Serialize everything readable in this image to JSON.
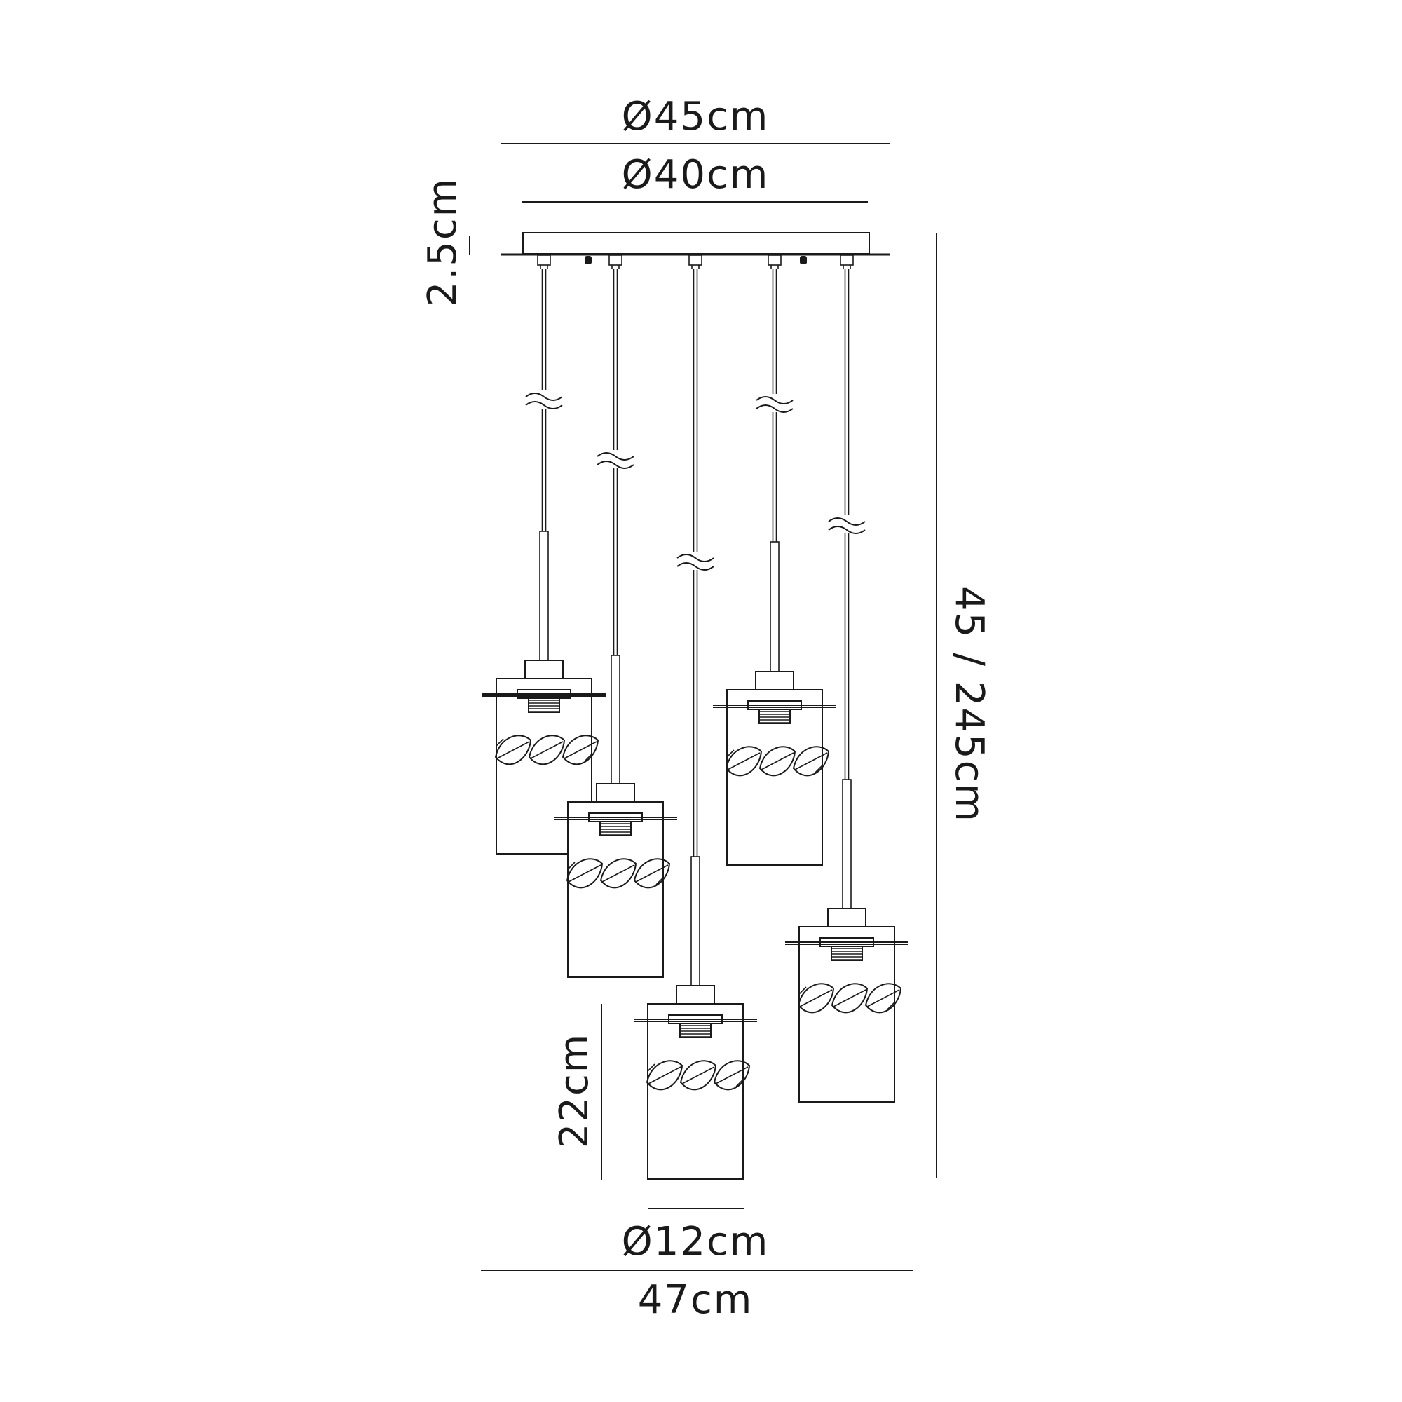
{
  "dimensions": {
    "canopy_outer": "Ø45cm",
    "canopy_inner": "Ø40cm",
    "canopy_height": "2.5cm",
    "total_height": "45 / 245cm",
    "shade_height": "22cm",
    "shade_diameter": "Ø12cm",
    "overall_width": "47cm"
  },
  "colors": {
    "line": "#1a1a1a",
    "background": "#ffffff"
  }
}
